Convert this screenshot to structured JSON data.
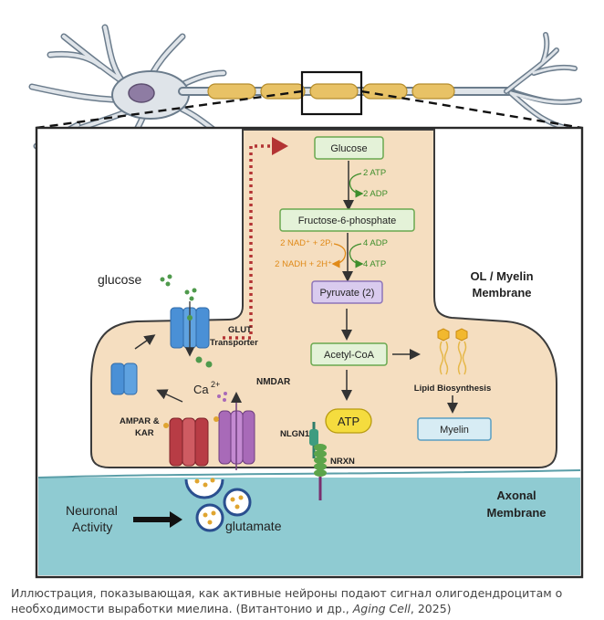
{
  "colors": {
    "cytoplasm": "#f5dec0",
    "cytoplasm_stroke": "#3b3b3b",
    "axon_fill": "#8fcbd2",
    "neuron_fill": "#dfe4e9",
    "nucleus": "#8e7ca3",
    "myelin_segment": "#e8c266",
    "green_box": "#e4f2d8",
    "green_stroke": "#6aa84f",
    "purple_box": "#d9cbee",
    "atp_yellow": "#f5dc3e",
    "myelin_box": "#d7ecf4",
    "glut": "#4a90d6",
    "ampar": "#c0474f",
    "nmdar": "#a86ab8",
    "green_dot": "#4f9a4c",
    "orange_text": "#e08a18",
    "green_text": "#3e8e2c",
    "dashed_arrow": "#b33434"
  },
  "labels": {
    "glucose_box": "Glucose",
    "atp_in_1": "2 ATP",
    "adp_out_1": "2 ADP",
    "f6p_box": "Fructose-6-phosphate",
    "nad_in": "2 NAD⁺ + 2Pᵢ",
    "nadh_out": "2 NADH + 2H⁺",
    "adp_in_2": "4 ADP",
    "atp_out_2": "4 ATP",
    "pyruvate_box": "Pyruvate (2)",
    "acetyl_box": "Acetyl-CoA",
    "atp_oval": "ATP",
    "myelin_box": "Myelin",
    "lipid_biosynthesis": "Lipid Biosynthesis",
    "ol_title_1": "OL / Myelin",
    "ol_title_2": "Membrane",
    "axonal_1": "Axonal",
    "axonal_2": "Membrane",
    "glucose_text": "glucose",
    "glut_1": "GLUT",
    "glut_2": "Transporter",
    "ca": "Ca",
    "ca_sup": "2+",
    "nmdar": "NMDAR",
    "ampar_1": "AMPAR &",
    "ampar_2": "KAR",
    "nlgn1": "NLGN1",
    "nrxn": "NRXN",
    "neuronal_1": "Neuronal",
    "neuronal_2": "Activity",
    "glutamate": "glutamate"
  },
  "caption": {
    "line1": "Иллюстрация, показывающая, как активные нейроны подают сигнал олигодендроцитам о",
    "line2_prefix": "необходимости выработки миелина. (Витантонио и др., ",
    "line2_journal": "Aging Cell",
    "line2_suffix": ", 2025)"
  }
}
